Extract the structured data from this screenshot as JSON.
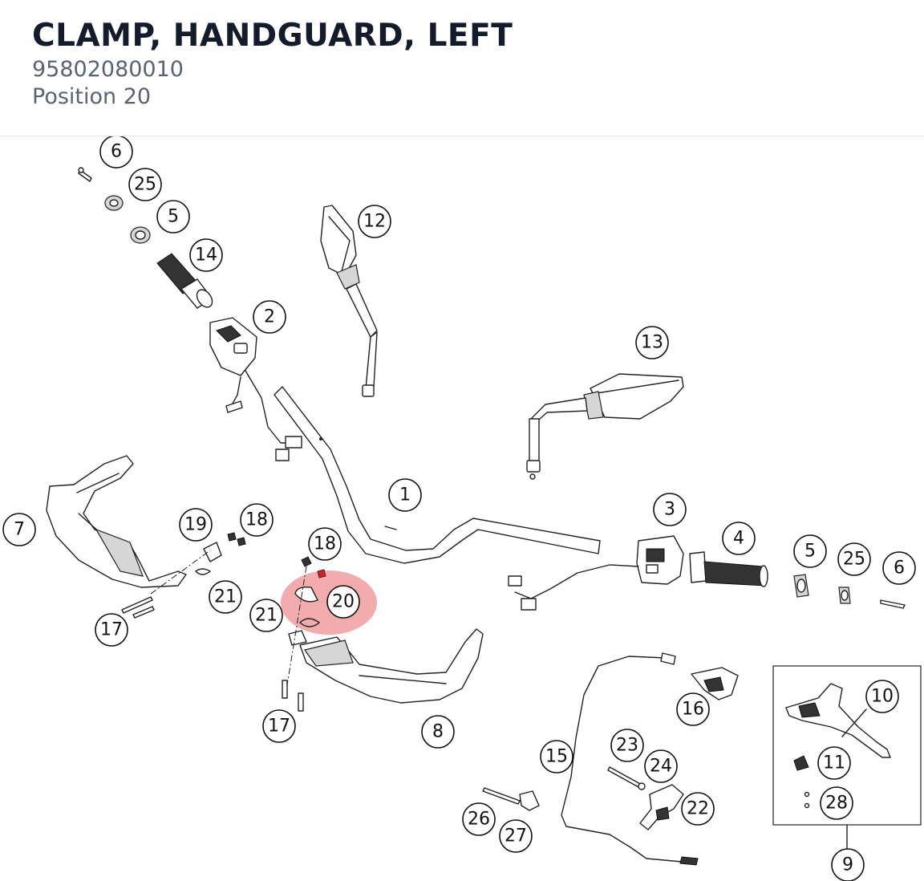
{
  "header": {
    "title": "CLAMP, HANDGUARD, LEFT",
    "part_number": "95802080010",
    "position": "Position 20"
  },
  "highlight": {
    "position": "20",
    "color": "#e8686a"
  },
  "callouts": [
    "6",
    "25",
    "5",
    "14",
    "12",
    "2",
    "13",
    "1",
    "3",
    "4",
    "5",
    "25",
    "6",
    "7",
    "19",
    "18",
    "18",
    "20",
    "21",
    "21",
    "17",
    "17",
    "8",
    "16",
    "10",
    "11",
    "28",
    "9",
    "15",
    "23",
    "24",
    "22",
    "26",
    "27"
  ],
  "icons": [
    "exploded-parts-drawing"
  ]
}
